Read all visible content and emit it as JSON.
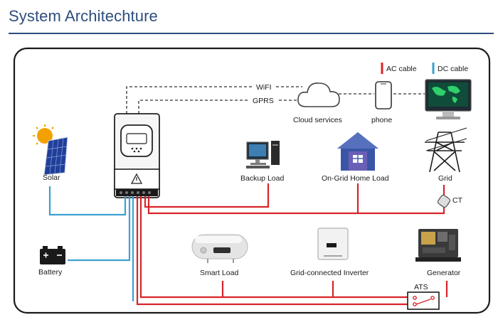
{
  "title": "System Architechture",
  "legend": {
    "ac": "AC cable",
    "dc": "DC cable"
  },
  "links": {
    "wifi": "WiFI",
    "gprs": "GPRS"
  },
  "nodes": {
    "cloud": "Cloud services",
    "phone": "phone",
    "solar": "Solar",
    "backup_load": "Backup Load",
    "home_load": "On-Grid Home Load",
    "grid": "Grid",
    "ct": "CT",
    "battery": "Battery",
    "smart_load": "Smart Load",
    "grid_inverter": "Grid-connected Inverter",
    "generator": "Generator",
    "ats": "ATS"
  },
  "colors": {
    "ac": "#d8242a",
    "dc": "#3ea0cf",
    "title": "#2d4e7d",
    "dashed": "#333333"
  }
}
